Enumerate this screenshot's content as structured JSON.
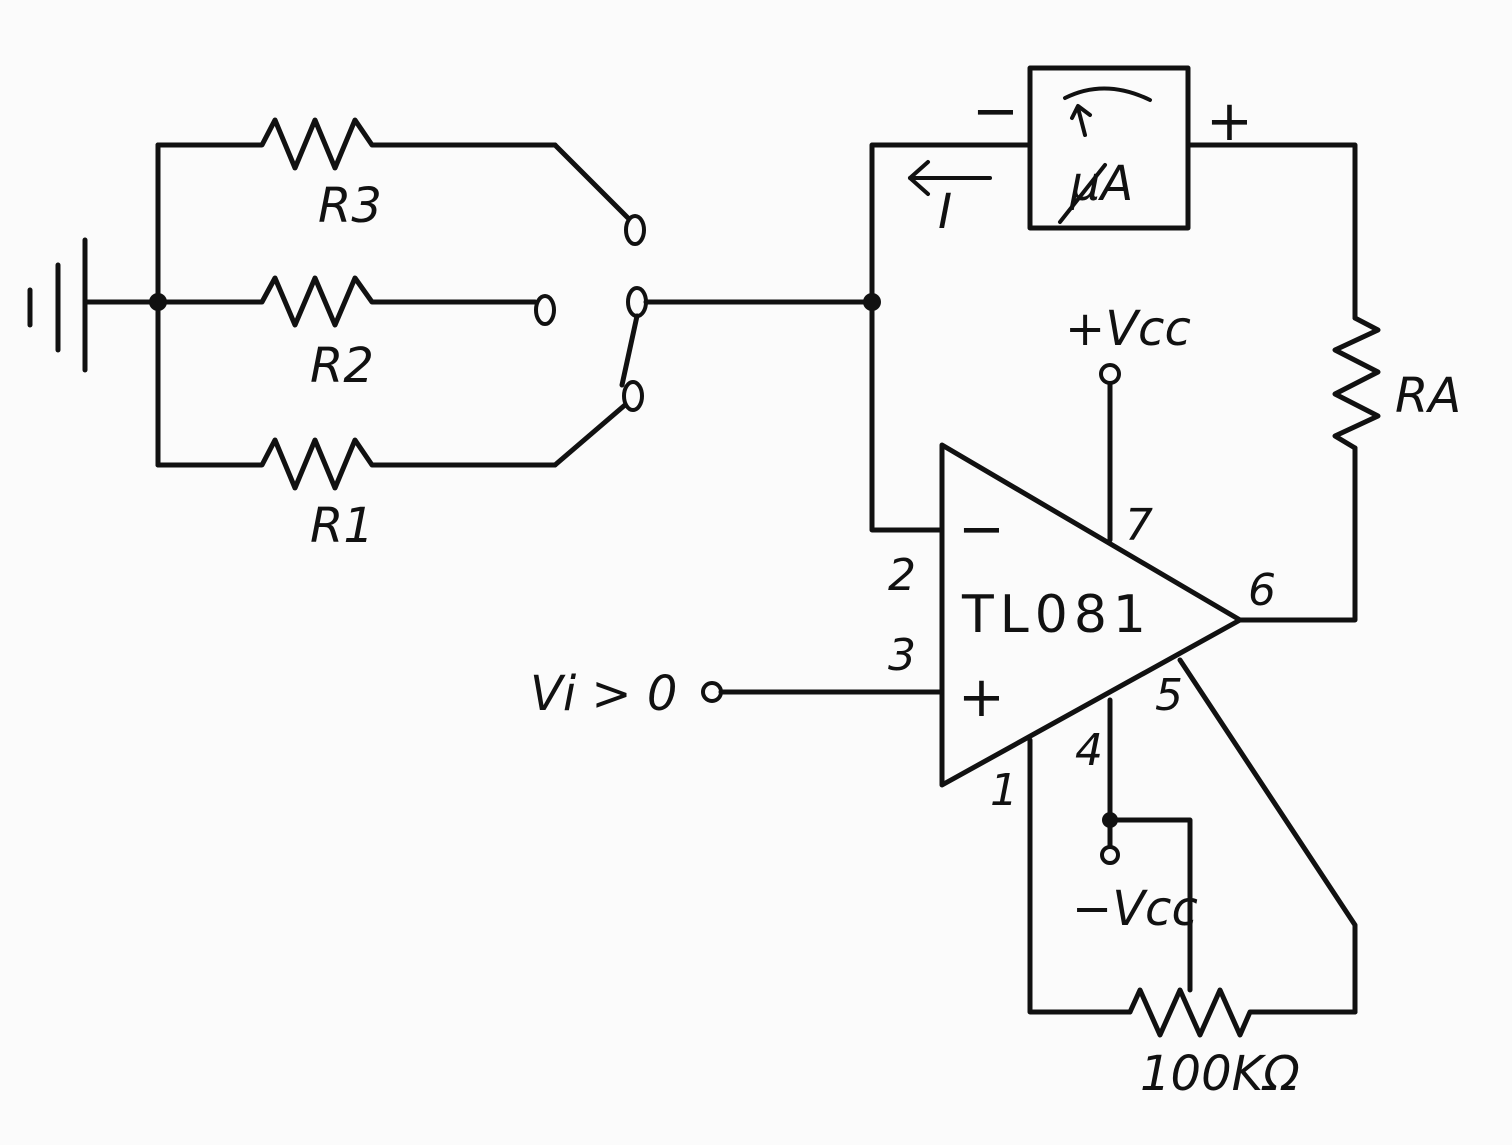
{
  "labels": {
    "r3": "R3",
    "r2": "R2",
    "r1": "R1",
    "ra": "RA",
    "meter": "μA",
    "meter_minus": "−",
    "meter_plus": "+",
    "current": "I",
    "vcc_pos": "+Vcc",
    "vcc_neg": "−Vcc",
    "chip": "TL081",
    "input": "Vi > 0",
    "inv": "−",
    "noninv": "+",
    "pot": "100KΩ",
    "pin2": "2",
    "pin3": "3",
    "pin7": "7",
    "pin6": "6",
    "pin5": "5",
    "pin4": "4",
    "pin1": "1"
  }
}
